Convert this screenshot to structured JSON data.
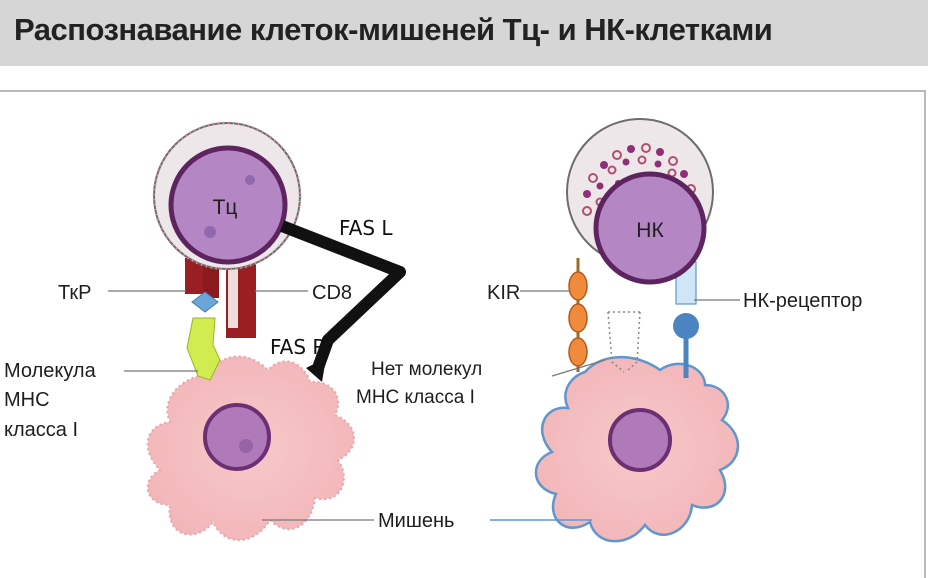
{
  "title": "Распознавание клеток-мишеней Тц- и НК-клетками",
  "labels": {
    "tc_cell": "Тц",
    "nk_cell": "НК",
    "tcr": "ТкР",
    "cd8": "CD8",
    "fas_l": "FAS L",
    "fas_r": "FAS R",
    "mhc_line1": "Молекула",
    "mhc_line2": "MHC",
    "mhc_line3": "класса I",
    "kir": "KIR",
    "nk_receptor": "НК-рецептор",
    "no_mhc_line1": "Нет молекул",
    "no_mhc_line2": "MHC класса I",
    "target": "Мишень"
  }
}
